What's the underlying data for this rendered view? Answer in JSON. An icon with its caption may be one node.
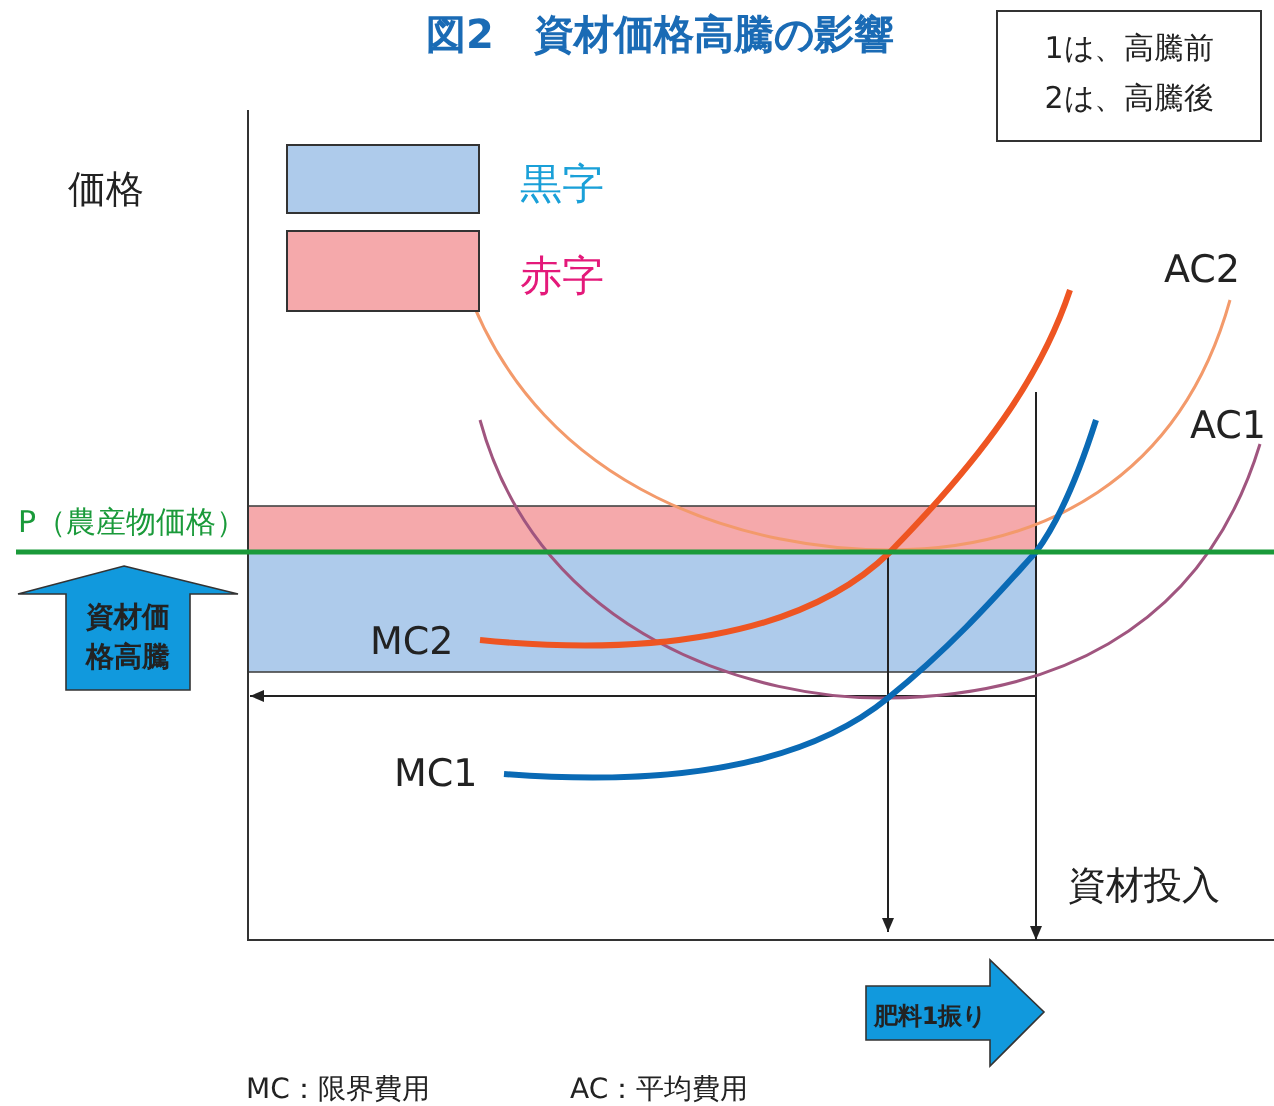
{
  "diagram": {
    "title": "図2　資材価格高騰の影響",
    "nodes": [
      {
        "text": [
          "1は、高騰前",
          "2は、高騰後"
        ]
      },
      {
        "text": [
          "資材価格高騰"
        ]
      },
      {
        "text": [
          "肥料1振り"
        ]
      }
    ],
    "edges": [],
    "labels": [
      "価格",
      "AC2",
      "AC1",
      "P（農産物価格）",
      "MC2",
      "MC1",
      "資材投入",
      "MC：限界費用",
      "AC：平均費用"
    ],
    "legend": [
      {
        "text": "黒字",
        "color": "#aecbeb"
      },
      {
        "text": "赤字",
        "color": "#f5a9ab"
      }
    ]
  }
}
